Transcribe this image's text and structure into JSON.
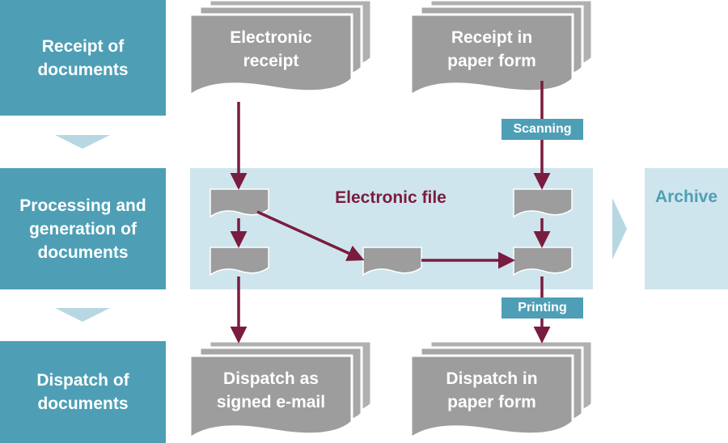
{
  "stages": {
    "receipt": "Receipt of\ndocuments",
    "processing": "Processing and\ngeneration of\ndocuments",
    "dispatch": "Dispatch of\ndocuments"
  },
  "documents": {
    "electronic_receipt": "Electronic\nreceipt",
    "paper_receipt": "Receipt in\npaper form",
    "dispatch_email": "Dispatch as\nsigned e-mail",
    "dispatch_paper": "Dispatch in\npaper form"
  },
  "electronic_file_label": "Electronic file",
  "archive_label": "Archive",
  "tags": {
    "scanning": "Scanning",
    "printing": "Printing"
  },
  "colors": {
    "stage_teal": "#4e9fb6",
    "band_light": "#cfe5ed",
    "document_gray": "#9d9d9d",
    "flow_arrow": "#7a1c3f"
  }
}
